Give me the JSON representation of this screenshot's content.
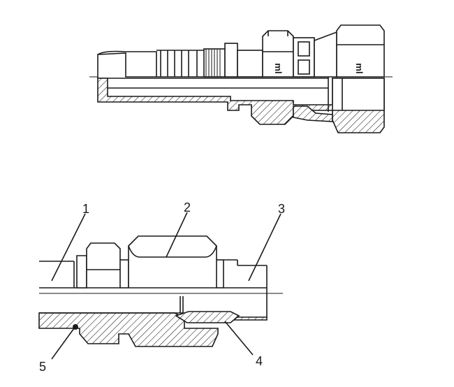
{
  "callouts": [
    {
      "id": "1",
      "text": "1"
    },
    {
      "id": "2",
      "text": "2"
    },
    {
      "id": "3",
      "text": "3"
    },
    {
      "id": "4",
      "text": "4"
    },
    {
      "id": "5",
      "text": "5"
    }
  ],
  "nut_marking": "ml",
  "colors": {
    "line": "#1a1a1a",
    "background": "#ffffff"
  }
}
